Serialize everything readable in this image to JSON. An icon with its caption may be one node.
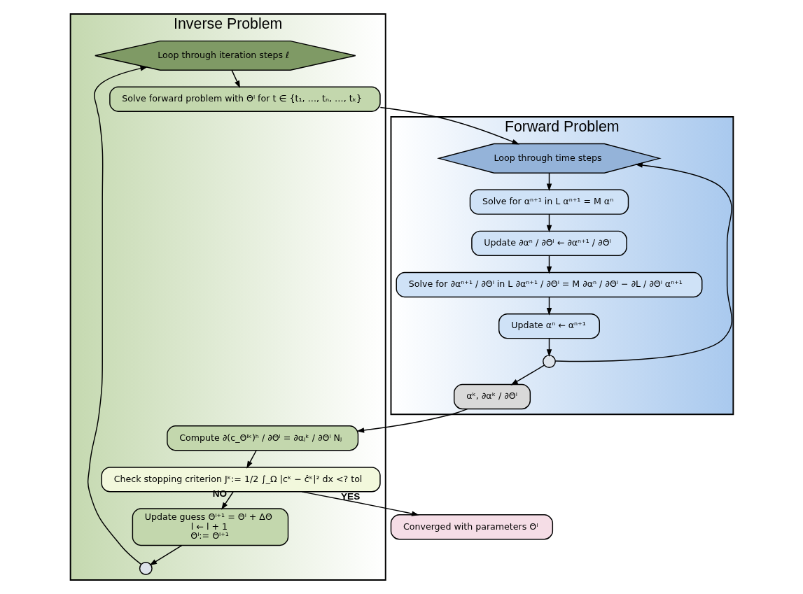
{
  "diagram": {
    "nodes": [
      {
        "text": [
          "Inverse Problem"
        ]
      },
      {
        "text": [
          "Loop through iteration steps ℓ"
        ],
        "in": 0
      },
      {
        "text": [
          "Solve forward problem with Θˡ for t ∈ {t₁, …, tₙ, …, tₖ}"
        ],
        "in": 0
      },
      {
        "text": [
          "Compute ∂(c_Θˡᵏ)ʰ / ∂Θˡ = ∂αⱼᵏ / ∂Θˡ Nⱼ"
        ],
        "in": 0
      },
      {
        "text": [
          "Check stopping criterion Jᵏ:= 1/2 ∫_Ω |cᵏ − ĉᵏ|² dx <? tol"
        ],
        "in": 0
      },
      {
        "text": [
          "Update guess Θˡ⁺¹ = Θˡ + ΔΘ",
          "l ← l + 1",
          "Θˡ:= Θˡ⁺¹"
        ],
        "in": 0
      },
      {
        "text": [],
        "shape": "circle",
        "in": 0
      },
      {
        "text": [
          "Forward Problem"
        ]
      },
      {
        "text": [
          "Loop through time steps"
        ],
        "in": 7
      },
      {
        "text": [
          "Solve for αⁿ⁺¹ in L αⁿ⁺¹ = M αⁿ"
        ],
        "in": 7
      },
      {
        "text": [
          "Update ∂αⁿ / ∂Θˡ ← ∂αⁿ⁺¹ / ∂Θˡ"
        ],
        "in": 7
      },
      {
        "text": [
          "Solve for ∂αⁿ⁺¹ / ∂Θˡ in L ∂αⁿ⁺¹ / ∂Θˡ = M ∂αⁿ / ∂Θˡ − ∂L / ∂Θˡ αⁿ⁺¹"
        ],
        "in": 7
      },
      {
        "text": [
          "Update αⁿ ← αⁿ⁺¹"
        ],
        "in": 7
      },
      {
        "text": [],
        "shape": "circle",
        "in": 7
      },
      {
        "text": [
          "αᵏ, ∂αᵏ / ∂Θˡ"
        ],
        "in": 7
      },
      {
        "text": [
          "Converged with parameters Θˡ"
        ]
      }
    ],
    "edges": [
      {
        "from": 6,
        "to": 1,
        "arrow": "to"
      },
      {
        "from": 1,
        "to": 2,
        "arrow": "to"
      },
      {
        "from": 2,
        "to": 8,
        "arrow": "to"
      },
      {
        "from": 14,
        "to": 3,
        "arrow": "to"
      },
      {
        "from": 3,
        "to": 4,
        "arrow": "to"
      },
      {
        "from": 4,
        "to": 5,
        "label": "NO",
        "arrow": "to"
      },
      {
        "from": 4,
        "to": 15,
        "label": "YES",
        "arrow": "to"
      },
      {
        "from": 5,
        "to": 6,
        "arrow": "to"
      },
      {
        "from": 8,
        "to": 9,
        "arrow": "to"
      },
      {
        "from": 9,
        "to": 10,
        "arrow": "to"
      },
      {
        "from": 10,
        "to": 11,
        "arrow": "to"
      },
      {
        "from": 11,
        "to": 12,
        "arrow": "to"
      },
      {
        "from": 12,
        "to": 13,
        "arrow": "to"
      },
      {
        "from": 13,
        "to": 8,
        "arrow": "to"
      },
      {
        "from": 13,
        "to": 14,
        "arrow": "to"
      }
    ]
  }
}
